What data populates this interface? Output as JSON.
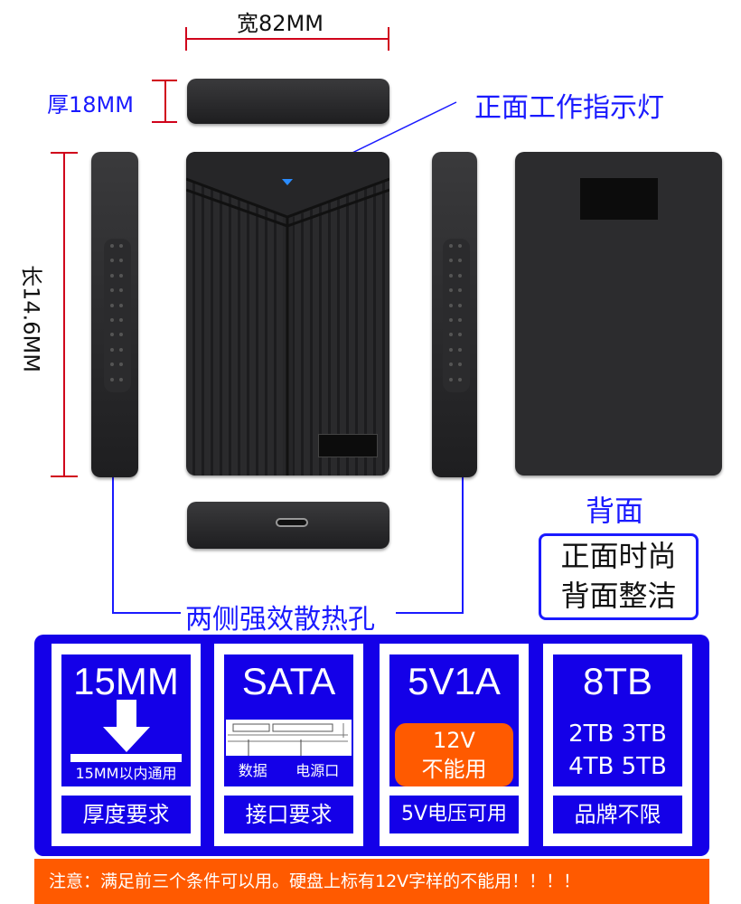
{
  "dimensions": {
    "width": "宽82MM",
    "thickness": "厚18MM",
    "length": "长14.6MM"
  },
  "callouts": {
    "front_indicator": "正面工作指示灯",
    "back": "背面",
    "vents": "两侧强效散热孔",
    "style_line1": "正面时尚",
    "style_line2": "背面整洁"
  },
  "cards": [
    {
      "headline": "15MM",
      "sub": "15MM以内通用",
      "label": "厚度要求",
      "icon": "down-arrow-icon"
    },
    {
      "headline": "SATA",
      "sub_left": "数据",
      "sub_right": "电源口",
      "label": "接口要求",
      "icon": "sata-connector-icon"
    },
    {
      "headline": "5V1A",
      "warning_line1": "12V",
      "warning_line2": "不能用",
      "label": "5V电压可用"
    },
    {
      "headline": "8TB",
      "line1": "2TB 3TB",
      "line2": "4TB 5TB",
      "label": "品牌不限"
    }
  ],
  "notice": "注意：满足前三个条件可以用。硬盘上标有12V字样的不能用！！！！",
  "colors": {
    "blue": "#1400e8",
    "orange": "#ff5a00",
    "dim_red": "#d0021b"
  }
}
